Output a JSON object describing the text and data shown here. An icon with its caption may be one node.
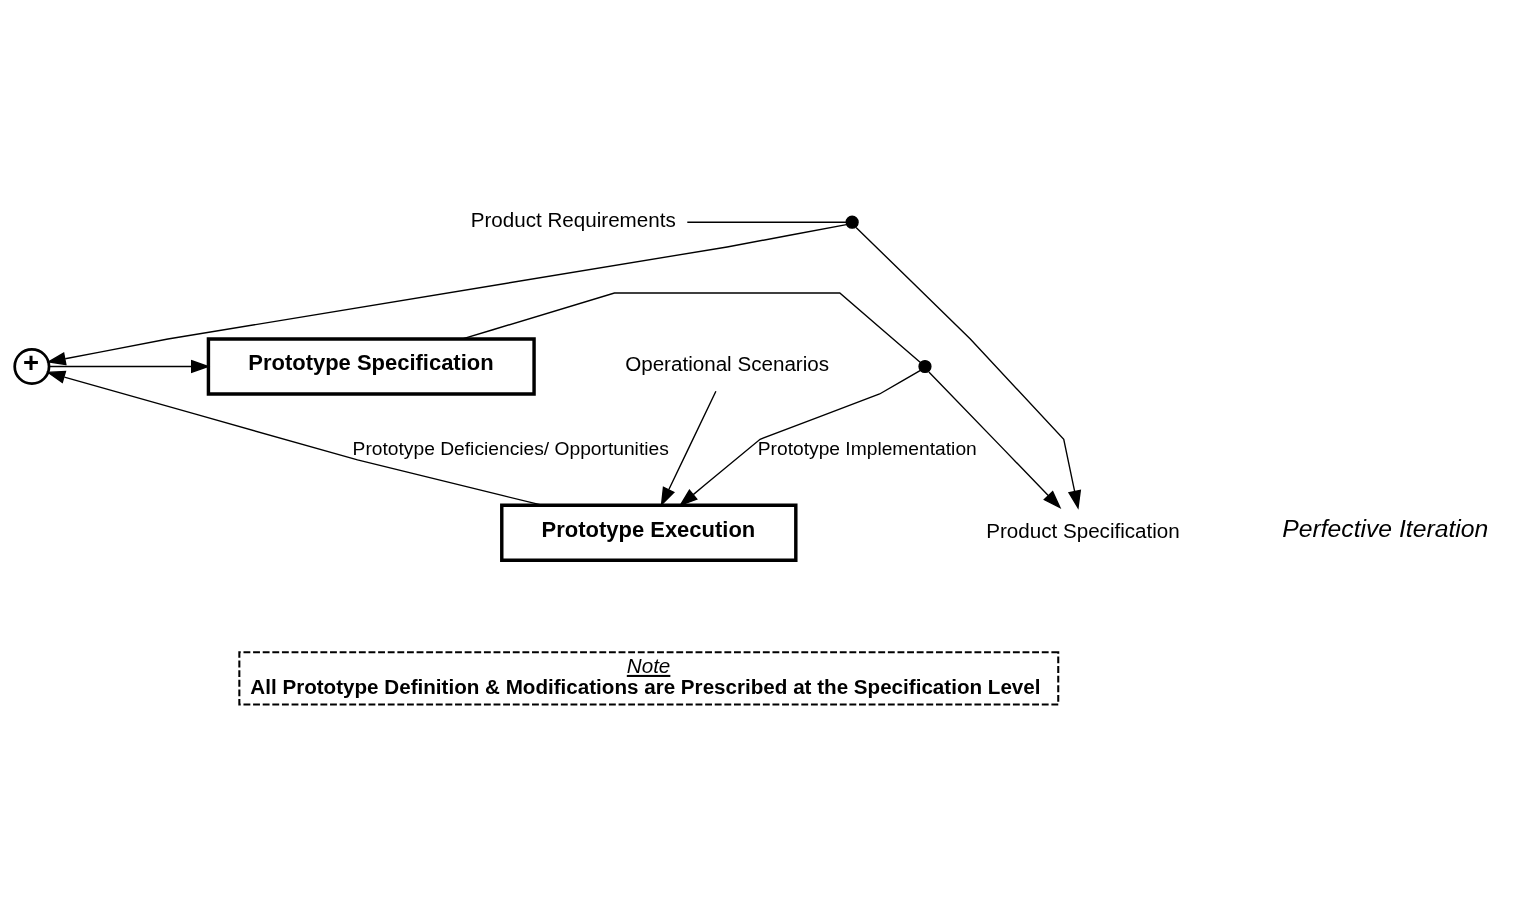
{
  "diagram": {
    "nodes": [
      {
        "text": [
          "Product Requirements"
        ]
      },
      {
        "text": [],
        "shape": "circle"
      },
      {
        "text": [
          "+"
        ]
      },
      {
        "text": [
          "Prototype Specification"
        ]
      },
      {
        "text": [
          "Product Specification"
        ]
      },
      {
        "text": [],
        "shape": "circle"
      },
      {
        "text": [
          "Prototype Execution"
        ]
      },
      {
        "text": [
          "Operational Scenarios"
        ]
      },
      {
        "text": [
          "Note",
          "All Prototype Definition & Modifications are Prescribed at the Specification Level"
        ]
      }
    ],
    "edges": [
      {
        "from": 0,
        "to": 1,
        "arrow": "none"
      },
      {
        "from": 1,
        "to": 4,
        "arrow": "to"
      },
      {
        "from": 1,
        "to": 2,
        "arrow": "to"
      },
      {
        "from": 2,
        "to": 3,
        "arrow": "to"
      },
      {
        "from": 3,
        "to": 5,
        "arrow": "none"
      },
      {
        "from": 5,
        "to": 4,
        "arrow": "to"
      },
      {
        "from": 5,
        "to": 6,
        "arrow": "to",
        "label": "Prototype Implementation"
      },
      {
        "from": 6,
        "to": 2,
        "arrow": "to",
        "label": "Prototype Deficiencies/ Opportunities"
      },
      {
        "from": 7,
        "to": 6,
        "arrow": "to"
      }
    ],
    "labels": [
      "Perfective Iteration"
    ]
  }
}
